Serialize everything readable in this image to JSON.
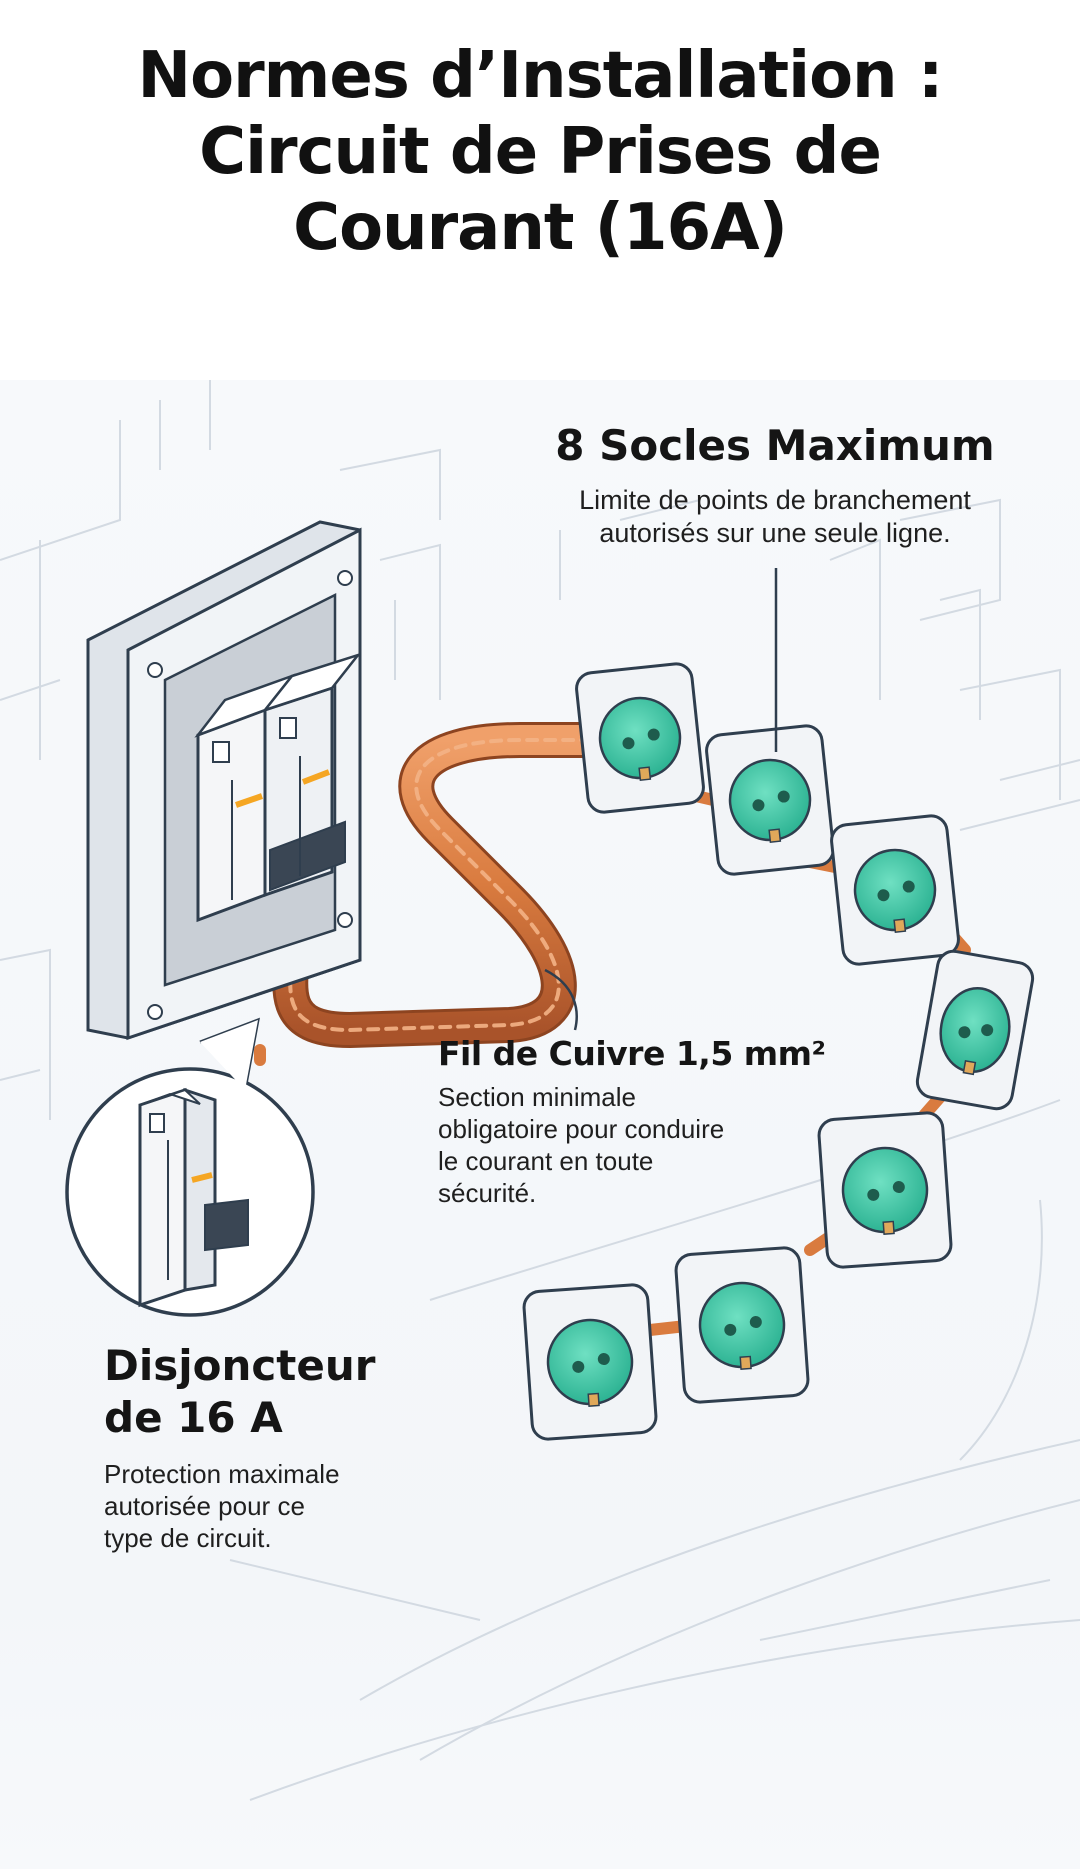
{
  "title": [
    "Normes d’Installation :",
    "Circuit de Prises de",
    "Courant (16A)"
  ],
  "sockets": {
    "heading": "8 Socles Maximum",
    "description": [
      "Limite de points de branchement",
      "autorisés sur une seule ligne."
    ]
  },
  "wire": {
    "heading": "Fil de Cuivre 1,5 mm²",
    "description": [
      "Section minimale",
      "obligatoire pour conduire",
      "le courant en toute",
      "sécurité."
    ]
  },
  "breaker": {
    "heading": [
      "Disjoncteur",
      "de 16 A"
    ],
    "description": [
      "Protection maximale",
      "autorisée pour ce",
      "type de circuit."
    ]
  },
  "colors": {
    "copper": "#d97b3f",
    "socket_green": "#3ec9a7",
    "orange_accent": "#f5a623",
    "outline": "#2f3e4e",
    "panel_grey": "#e8ecf0"
  }
}
